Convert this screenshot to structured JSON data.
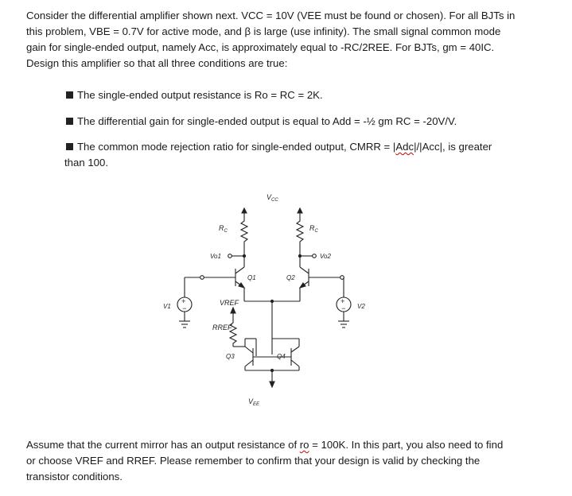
{
  "problem": {
    "intro_lines": [
      "Consider the differential amplifier shown next. VCC = 10V (VEE must be found or chosen). For all BJTs in",
      "this problem, VBE = 0.7V for active mode, and β is large (use infinity). The small signal common mode",
      "gain for single-ended output, namely Acc, is approximately equal to -RC/2REE. For BJTs, gm = 40IC.",
      "Design this amplifier so that all three conditions are true:"
    ],
    "bullets": [
      "The single-ended output resistance is Ro = RC = 2K.",
      "The differential gain for single-ended output is equal to Add = -½ gm RC = -20V/V."
    ],
    "bullet3": {
      "before": "The common mode rejection ratio for single-ended output, CMRR = |",
      "adc": "Adc",
      "after": "|/|Acc|, is greater",
      "line2": "than 100."
    },
    "outro": {
      "line1_before": "Assume that the current mirror has an output resistance of ",
      "ro": "ro",
      "line1_after": " = 100K. In this part, you also need to find",
      "line2": "or choose VREF and RREF. Please remember to confirm that your design is valid by checking the",
      "line3": "transistor conditions."
    }
  },
  "circuit": {
    "vcc": "V",
    "vcc_sub": "CC",
    "rc_left": "R",
    "rc_left_sub": "C",
    "rc_right": "R",
    "rc_right_sub": "C",
    "vo1": "Vo1",
    "vo2": "Vo2",
    "q1": "Q1",
    "q2": "Q2",
    "q3": "Q3",
    "q4": "Q4",
    "v1": "V1",
    "v2": "V2",
    "vref": "VREF",
    "rref": "RREF",
    "vee": "V",
    "vee_sub": "EE"
  }
}
